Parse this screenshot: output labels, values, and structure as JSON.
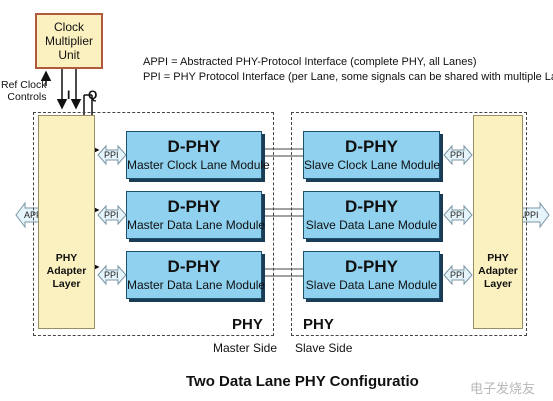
{
  "clock_unit": {
    "line1": "Clock",
    "line2": "Multiplier",
    "line3": "Unit"
  },
  "legend": {
    "appi": "APPI = Abstracted PHY-Protocol Interface (complete PHY, all Lanes)",
    "ppi": "PPI  = PHY Protocol Interface (per Lane, some signals can be shared with multiple Lanes)"
  },
  "ref_clock": {
    "line1": "Ref Clock",
    "line2": "Controls"
  },
  "iq": {
    "i": "I",
    "q": "Q"
  },
  "adapter": {
    "line1": "PHY",
    "line2": "Adapter",
    "line3": "Layer"
  },
  "appi_label": "APPI",
  "ppi_label": "PPI",
  "modules": {
    "master": [
      {
        "title": "D-PHY",
        "subtitle": "Master Clock Lane Module"
      },
      {
        "title": "D-PHY",
        "subtitle": "Master Data Lane Module"
      },
      {
        "title": "D-PHY",
        "subtitle": "Master Data Lane Module"
      }
    ],
    "slave": [
      {
        "title": "D-PHY",
        "subtitle": "Slave Clock Lane Module"
      },
      {
        "title": "D-PHY",
        "subtitle": "Slave Data Lane Module"
      },
      {
        "title": "D-PHY",
        "subtitle": "Slave Data Lane Module"
      }
    ]
  },
  "phy_label": "PHY",
  "master_side": "Master Side",
  "slave_side": "Slave Side",
  "caption": "Two Data Lane PHY Configuratio",
  "watermark": "电子发烧友",
  "colors": {
    "module_fill": "#8fd1ee",
    "adapter_fill": "#fbf0bf",
    "clock_border": "#b05a3c"
  }
}
